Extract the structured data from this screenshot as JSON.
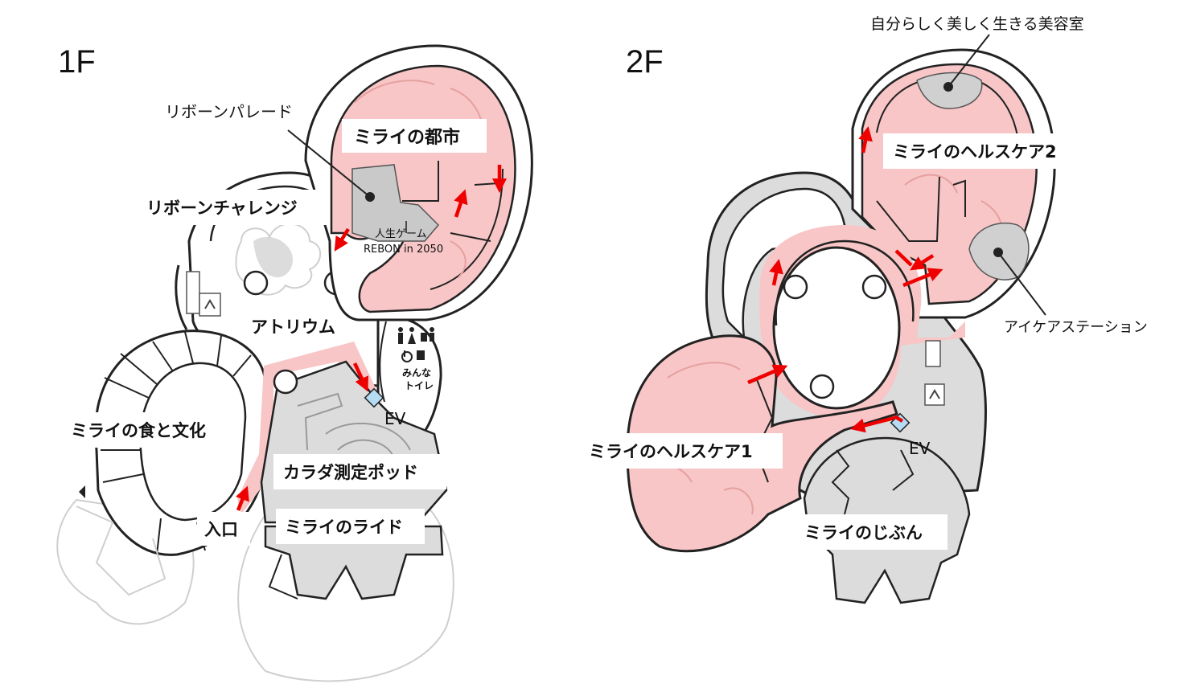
{
  "colors": {
    "pink": "#f8c6c6",
    "pink_line": "#e6a0a0",
    "gray": "#dcdcdc",
    "gray_dark": "#c6c6c6",
    "outline": "#222222",
    "faint": "#cfcfcf",
    "arrow": "#ee0000",
    "ev": "#b6dcf4",
    "label_bg": "#ffffff"
  },
  "floor1": {
    "title": "1F",
    "labels": {
      "reborn_parade": "リボーンパレード",
      "mirai_city": "ミライの都市",
      "reborn_challenge": "リボーンチャレンジ",
      "jinsei_game_1": "人生ゲーム",
      "jinsei_game_2": "REBON in 2050",
      "atrium": "アトリウム",
      "toilet_1": "みんな",
      "toilet_2": "トイレ",
      "ev": "EV",
      "food_culture": "ミライの食と文化",
      "karada_pod": "カラダ測定ポッド",
      "entrance": "入口",
      "ride": "ミライのライド"
    }
  },
  "floor2": {
    "title": "2F",
    "labels": {
      "salon": "自分らしく美しく生きる美容室",
      "healthcare2": "ミライのヘルスケア2",
      "eyecare": "アイケアステーション",
      "ev": "EV",
      "healthcare1": "ミライのヘルスケア1",
      "jibun": "ミライのじぶん"
    }
  }
}
